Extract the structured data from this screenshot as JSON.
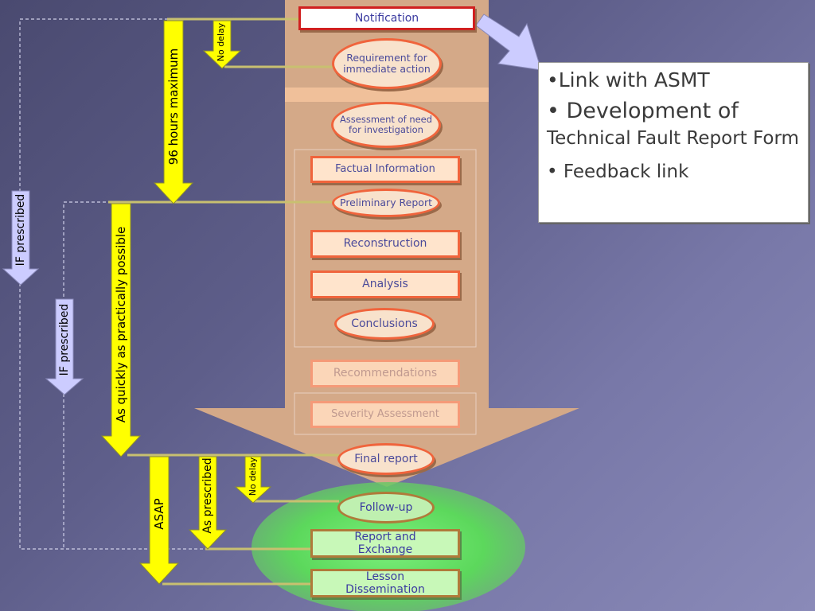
{
  "steps": {
    "notification": "Notification",
    "requirement": "Requirement for immediate  action",
    "assessment": "Assessment of need for investigation",
    "factual": "Factual Information",
    "preliminary": "Preliminary Report",
    "reconstruction": "Reconstruction",
    "analysis": "Analysis",
    "conclusions": "Conclusions",
    "recommendations": "Recommendations",
    "severity": "Severity Assessment",
    "final": "Final report",
    "followup": "Follow-up",
    "report_exchange": "Report and Exchange",
    "lesson": "Lesson Dissemination"
  },
  "arrow_labels": {
    "no_delay_top": "No delay",
    "hours_96": "96 hours maximum",
    "if_prescribed_outer": "IF prescribed",
    "if_prescribed_inner": "IF prescribed",
    "as_quickly": "As quickly as practically possible",
    "asap": "ASAP",
    "as_prescribed": "As prescribed",
    "no_delay_bottom": "No delay"
  },
  "info_box": {
    "item1": "•Link with ASMT",
    "item2_line1": "• Development of",
    "item2_line2": "Technical Fault Report Form",
    "item3": "• Feedback link"
  },
  "colors": {
    "yellow_arrow": "#ffff00",
    "lavender_arrow": "#ccccff",
    "trunk": "#d4a988",
    "ellipse_green": "#6ee06e",
    "outline_red": "#f0643c"
  }
}
